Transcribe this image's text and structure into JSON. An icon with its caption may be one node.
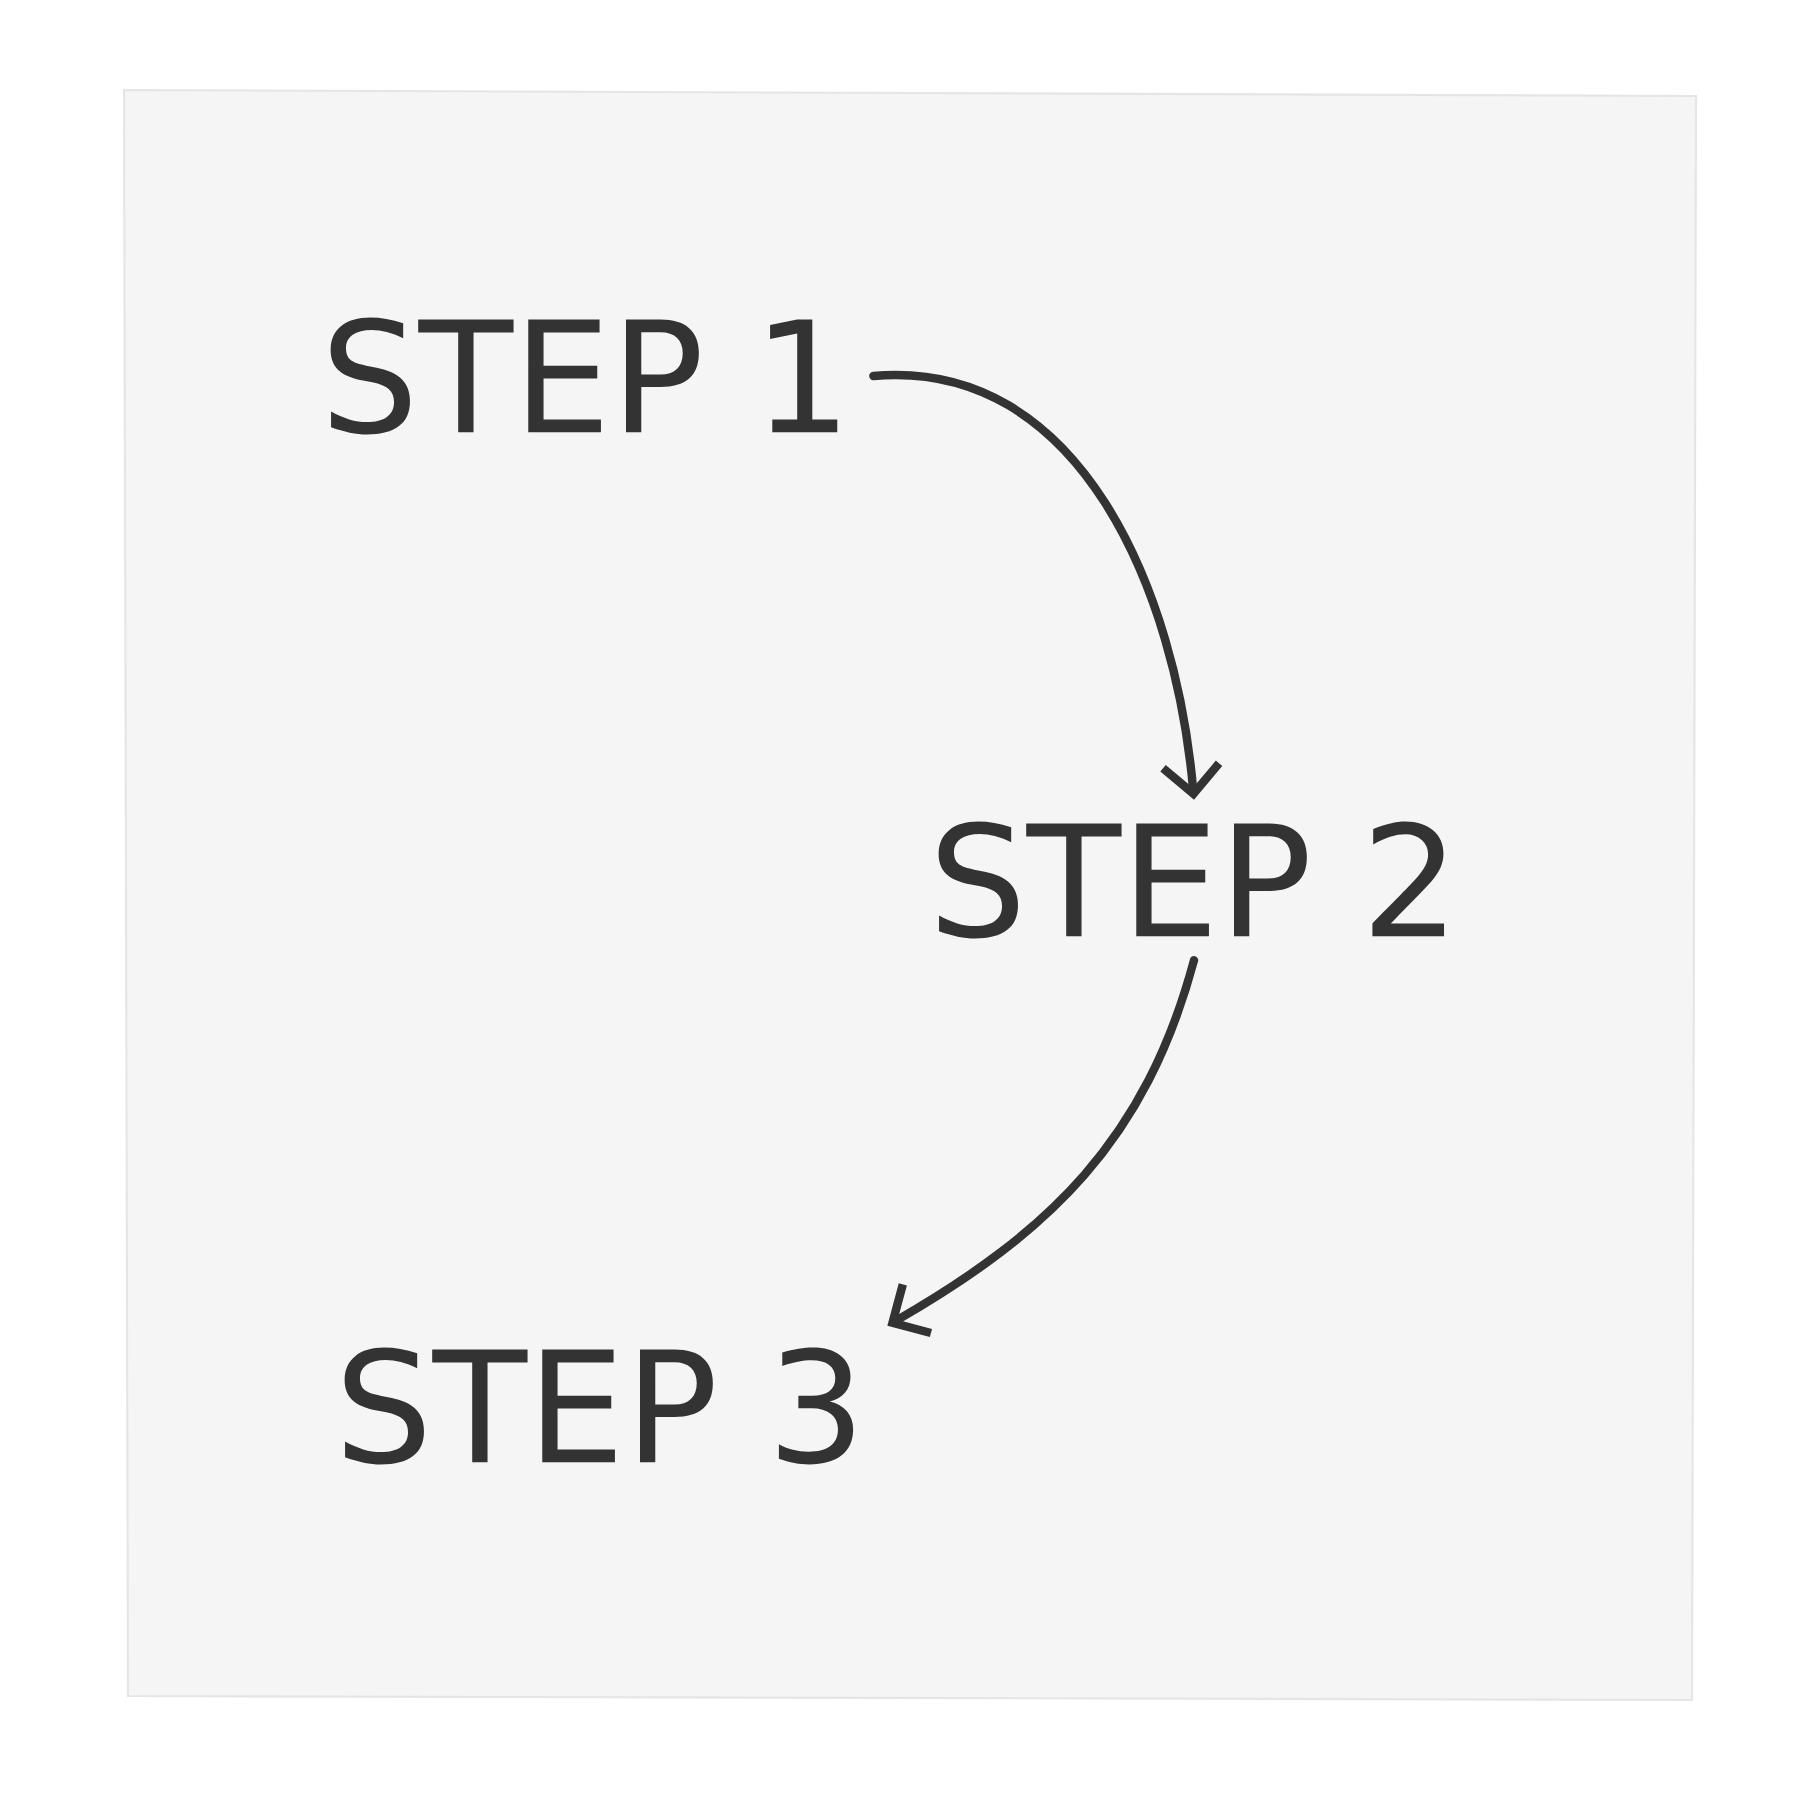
{
  "diagram": {
    "nodes": [
      {
        "text": [
          "STEP 1"
        ]
      },
      {
        "text": [
          "STEP 2"
        ]
      },
      {
        "text": [
          "STEP 3"
        ]
      }
    ],
    "edges": [
      {
        "from": 0,
        "to": 1,
        "arrow": "to"
      },
      {
        "from": 1,
        "to": 2,
        "arrow": "to"
      }
    ]
  }
}
